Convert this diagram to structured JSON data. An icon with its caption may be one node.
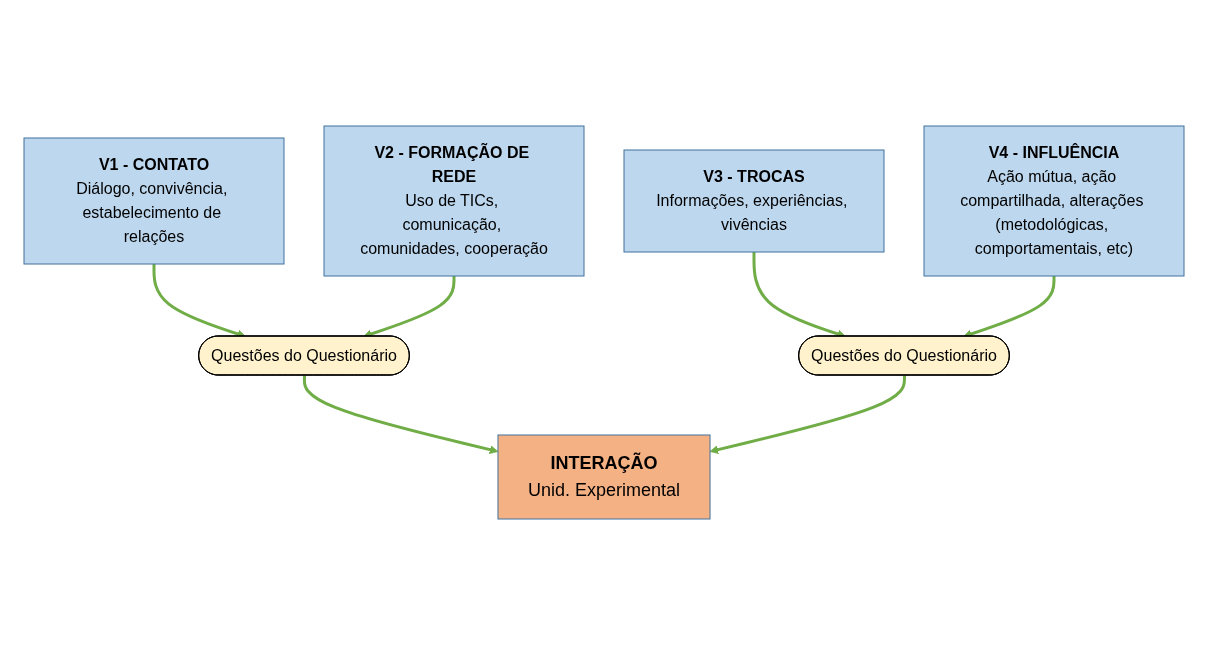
{
  "diagram": {
    "nodes": [
      {
        "text": [
          "V1 - CONTATO",
          "Diálogo, convivência, estabelecimento de relações"
        ]
      },
      {
        "text": [
          "Questões do Questionário"
        ]
      },
      {
        "text": [
          "V2 - FORMAÇÃO DE REDE",
          "Uso de TICs, comunicação, comunidades, cooperação"
        ]
      },
      {
        "text": [
          "INTERAÇÃO",
          "Unid. Experimental"
        ]
      },
      {
        "text": [
          "V3 - TROCAS",
          "Informações, experiências, vivências"
        ]
      },
      {
        "text": [
          "Questões do Questionário"
        ]
      },
      {
        "text": [
          "V4 - INFLUÊNCIA",
          "Ação mútua, ação compartilhada, alterações (metodológicas, comportamentais, etc)"
        ]
      }
    ],
    "edges": [
      {
        "from": 0,
        "to": 1,
        "arrow": "to"
      },
      {
        "from": 2,
        "to": 1,
        "arrow": "to"
      },
      {
        "from": 1,
        "to": 3,
        "arrow": "to"
      },
      {
        "from": 5,
        "to": 3,
        "arrow": "to"
      },
      {
        "from": 4,
        "to": 5,
        "arrow": "to"
      },
      {
        "from": 6,
        "to": 5,
        "arrow": "to"
      }
    ]
  }
}
